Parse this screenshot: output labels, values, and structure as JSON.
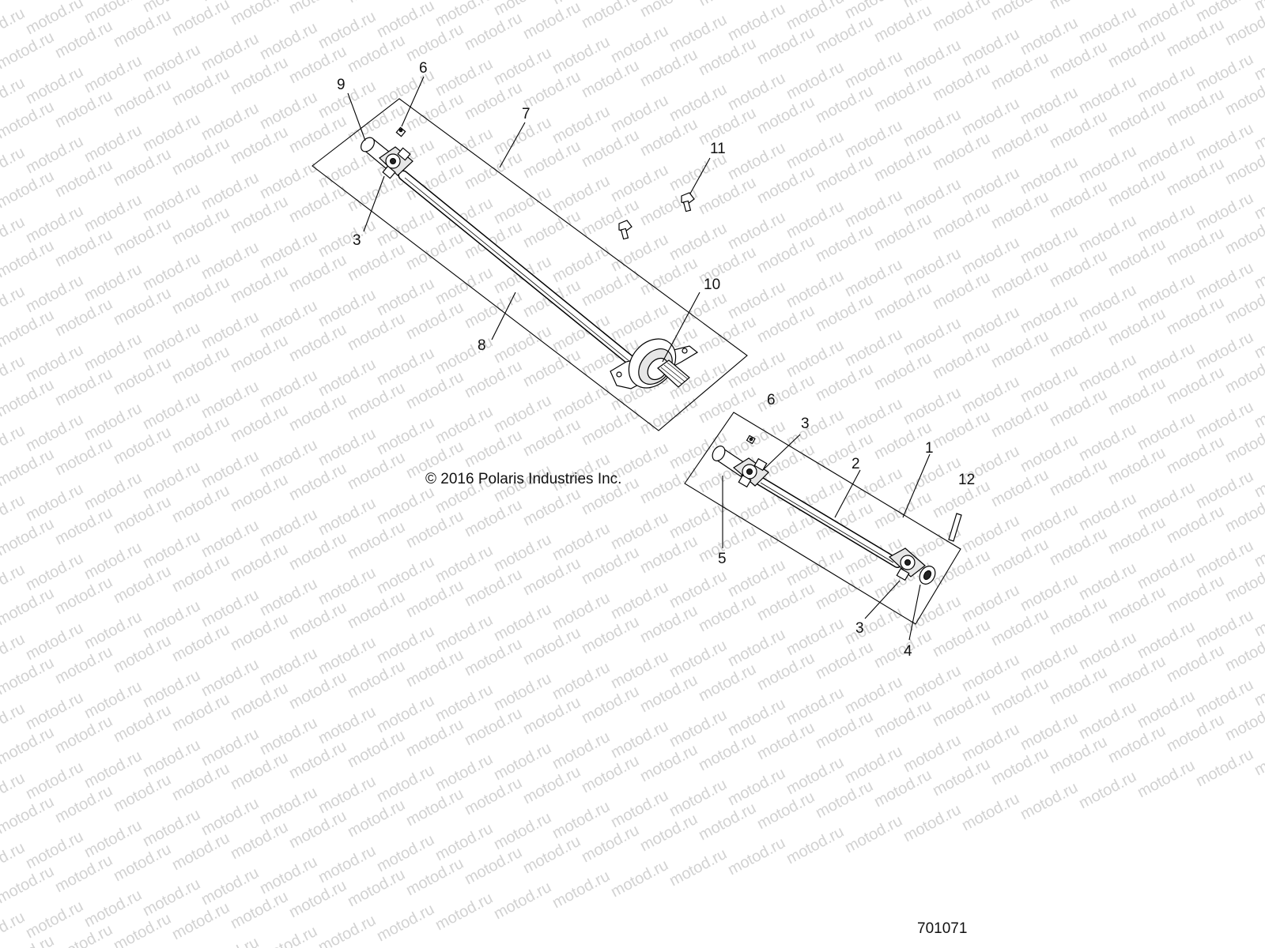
{
  "watermark": "motod.ru",
  "copyright": "© 2016 Polaris Industries Inc.",
  "document_number": "701071",
  "callouts": {
    "upper": [
      "9",
      "6",
      "7",
      "11",
      "3",
      "8",
      "10"
    ],
    "lower": [
      "6",
      "3",
      "1",
      "2",
      "12",
      "5",
      "3",
      "4"
    ]
  }
}
